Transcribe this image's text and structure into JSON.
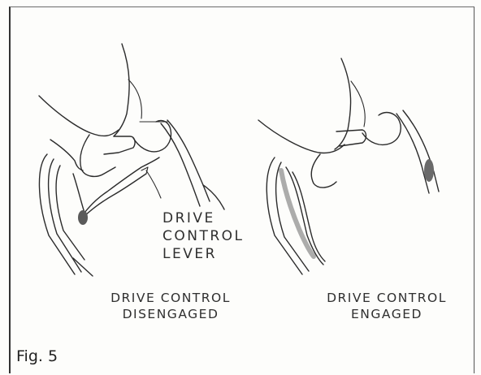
{
  "labels": {
    "lever_line1": "DRIVE",
    "lever_line2": "CONTROL",
    "lever_line3": "LEVER",
    "left_caption_line1": "DRIVE CONTROL",
    "left_caption_line2": "DISENGAGED",
    "right_caption_line1": "DRIVE CONTROL",
    "right_caption_line2": "ENGAGED"
  },
  "figure": {
    "number": "Fig. 5"
  },
  "colors": {
    "ink": "#2b2b2b",
    "paper": "#fdfdfb"
  }
}
